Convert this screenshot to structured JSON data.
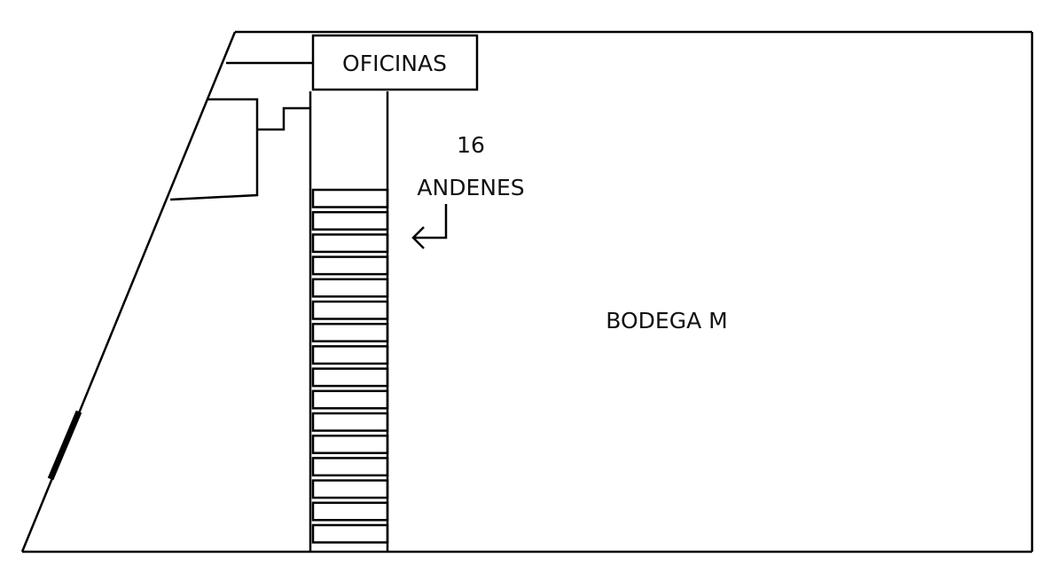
{
  "labels": {
    "offices": "OFICINAS",
    "dock_count": "16",
    "docks": "ANDENES",
    "warehouse": "BODEGA M"
  },
  "dock_bays": 16,
  "colors": {
    "line": "#000000",
    "background": "#ffffff"
  }
}
